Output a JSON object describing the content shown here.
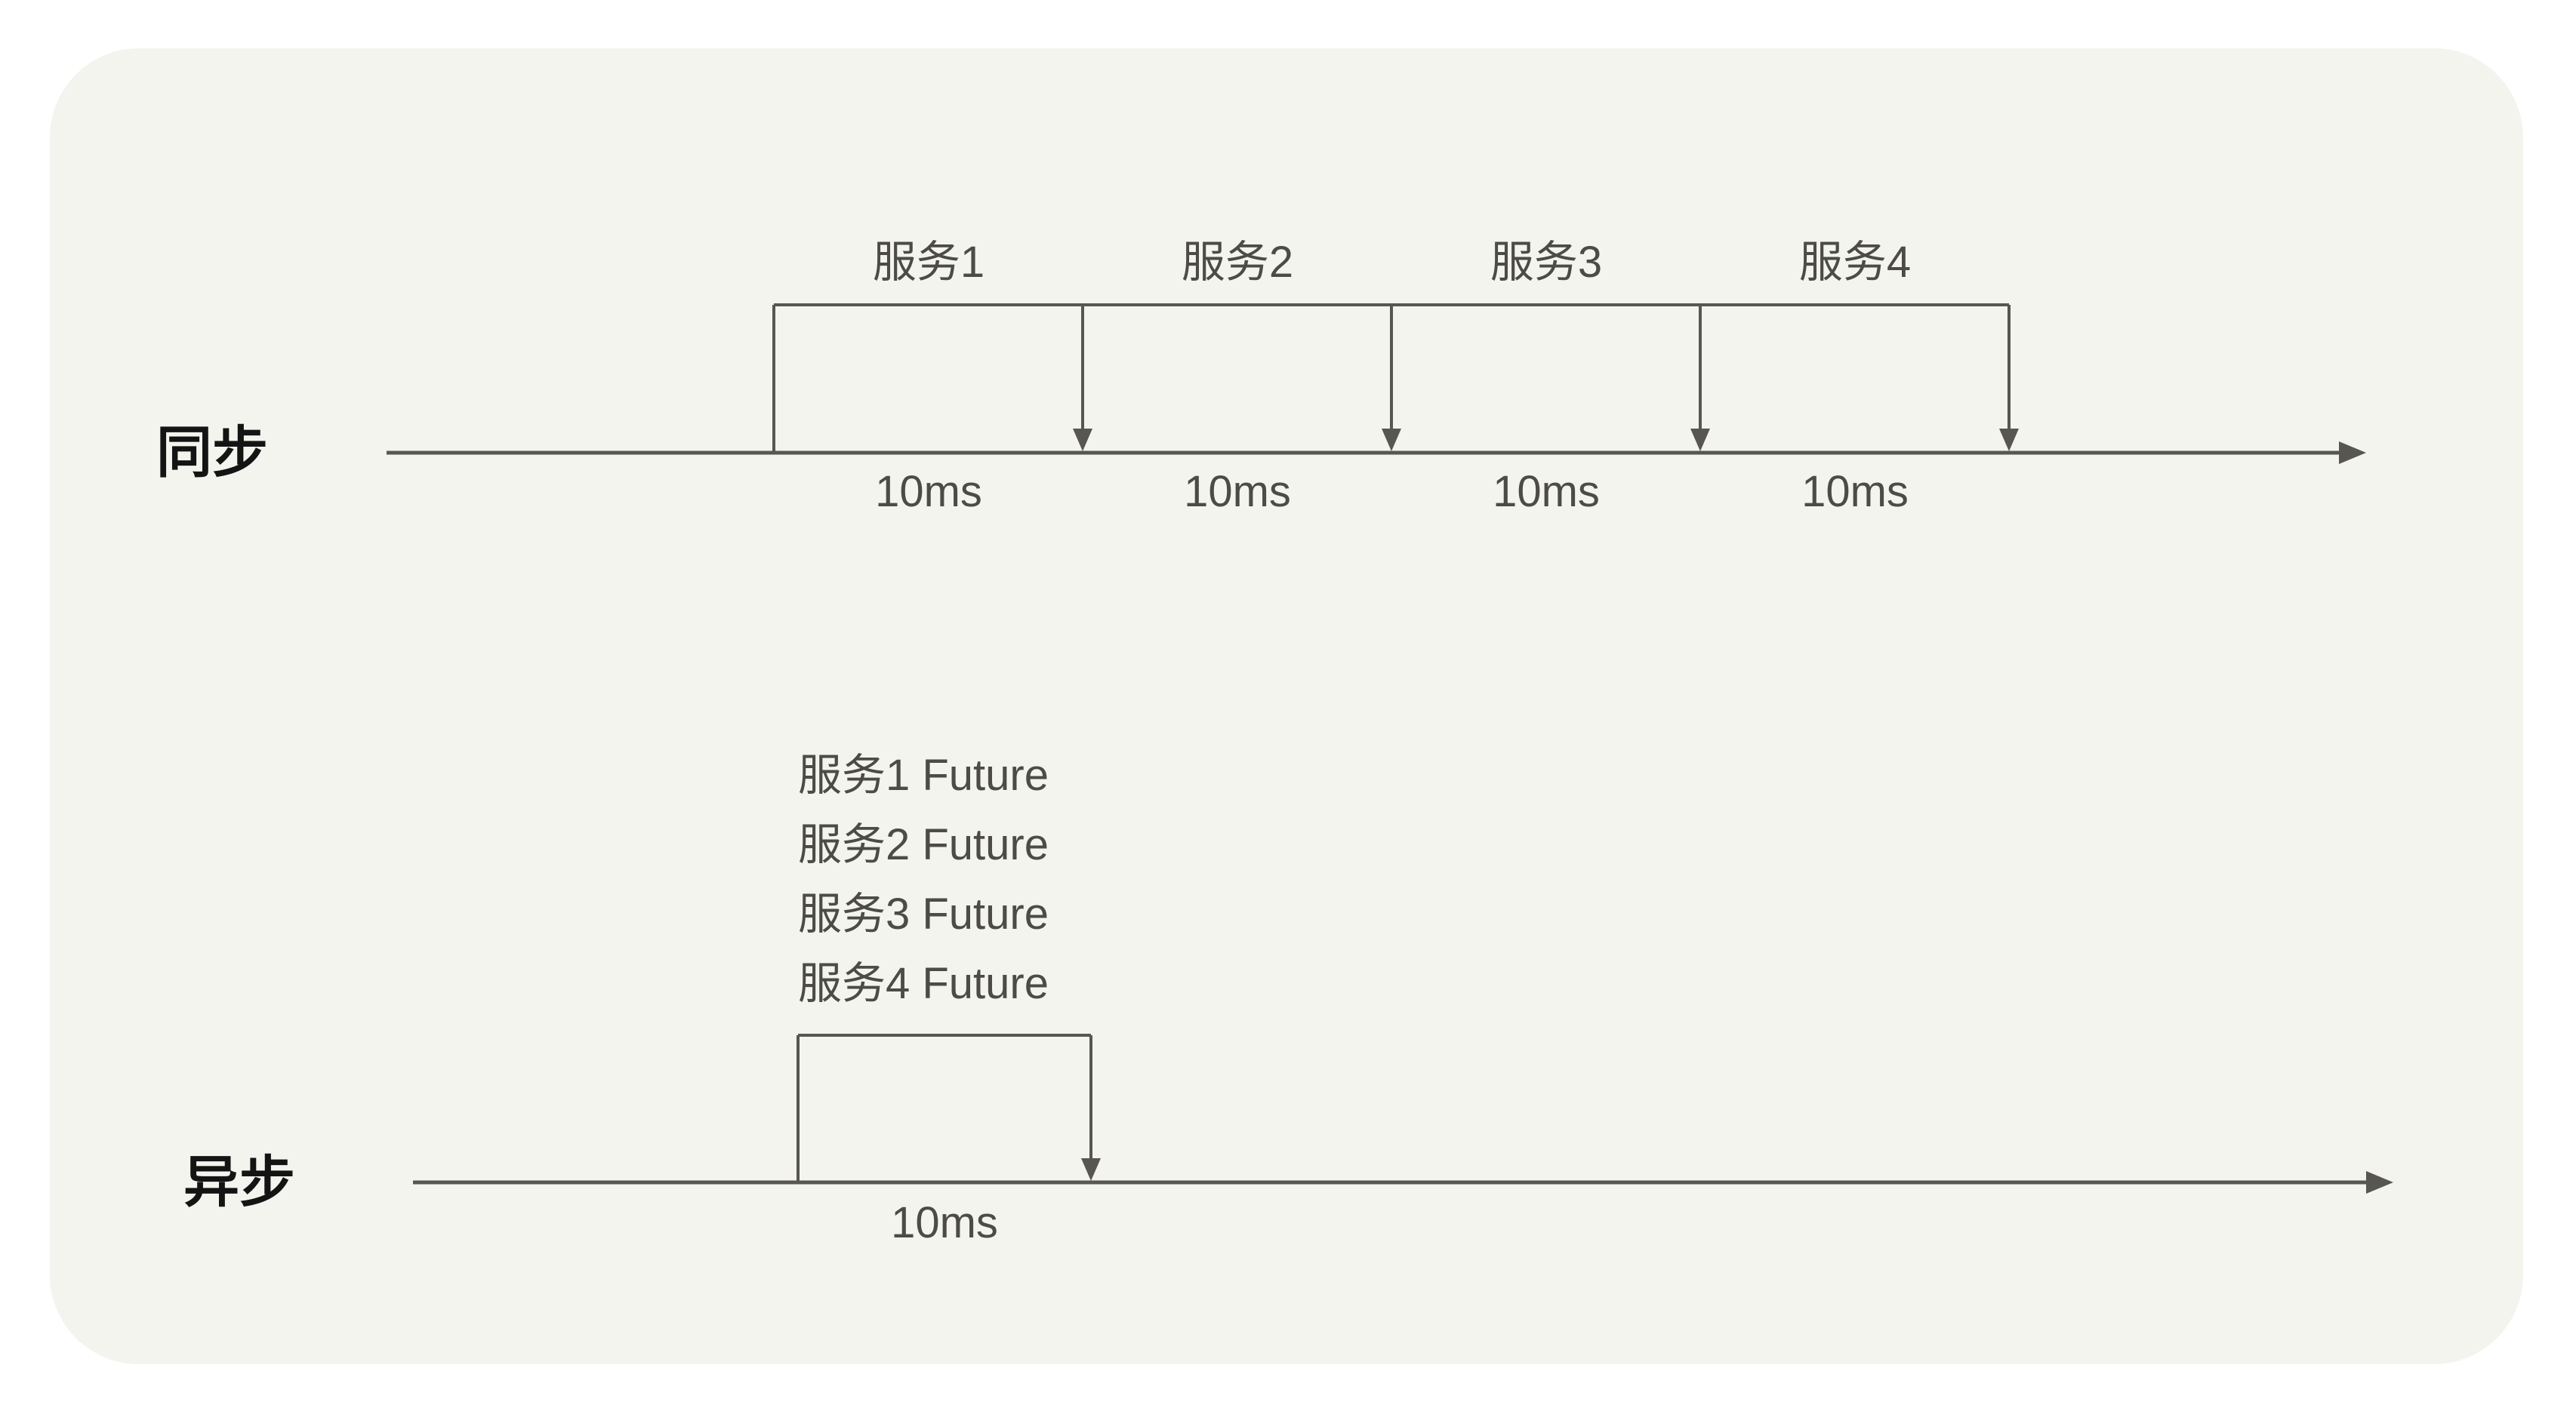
{
  "sync": {
    "row_label": "同步",
    "services": [
      "服务1",
      "服务2",
      "服务3",
      "服务4"
    ],
    "durations": [
      "10ms",
      "10ms",
      "10ms",
      "10ms"
    ]
  },
  "async": {
    "row_label": "异步",
    "futures": [
      "服务1 Future",
      "服务2 Future",
      "服务3 Future",
      "服务4 Future"
    ],
    "duration": "10ms"
  },
  "colors": {
    "page_background": "#FFFFFF",
    "card_background": "#F4F4EF",
    "line": "#57564F",
    "label_gray": "#4C4B47",
    "label_black": "#141414"
  }
}
